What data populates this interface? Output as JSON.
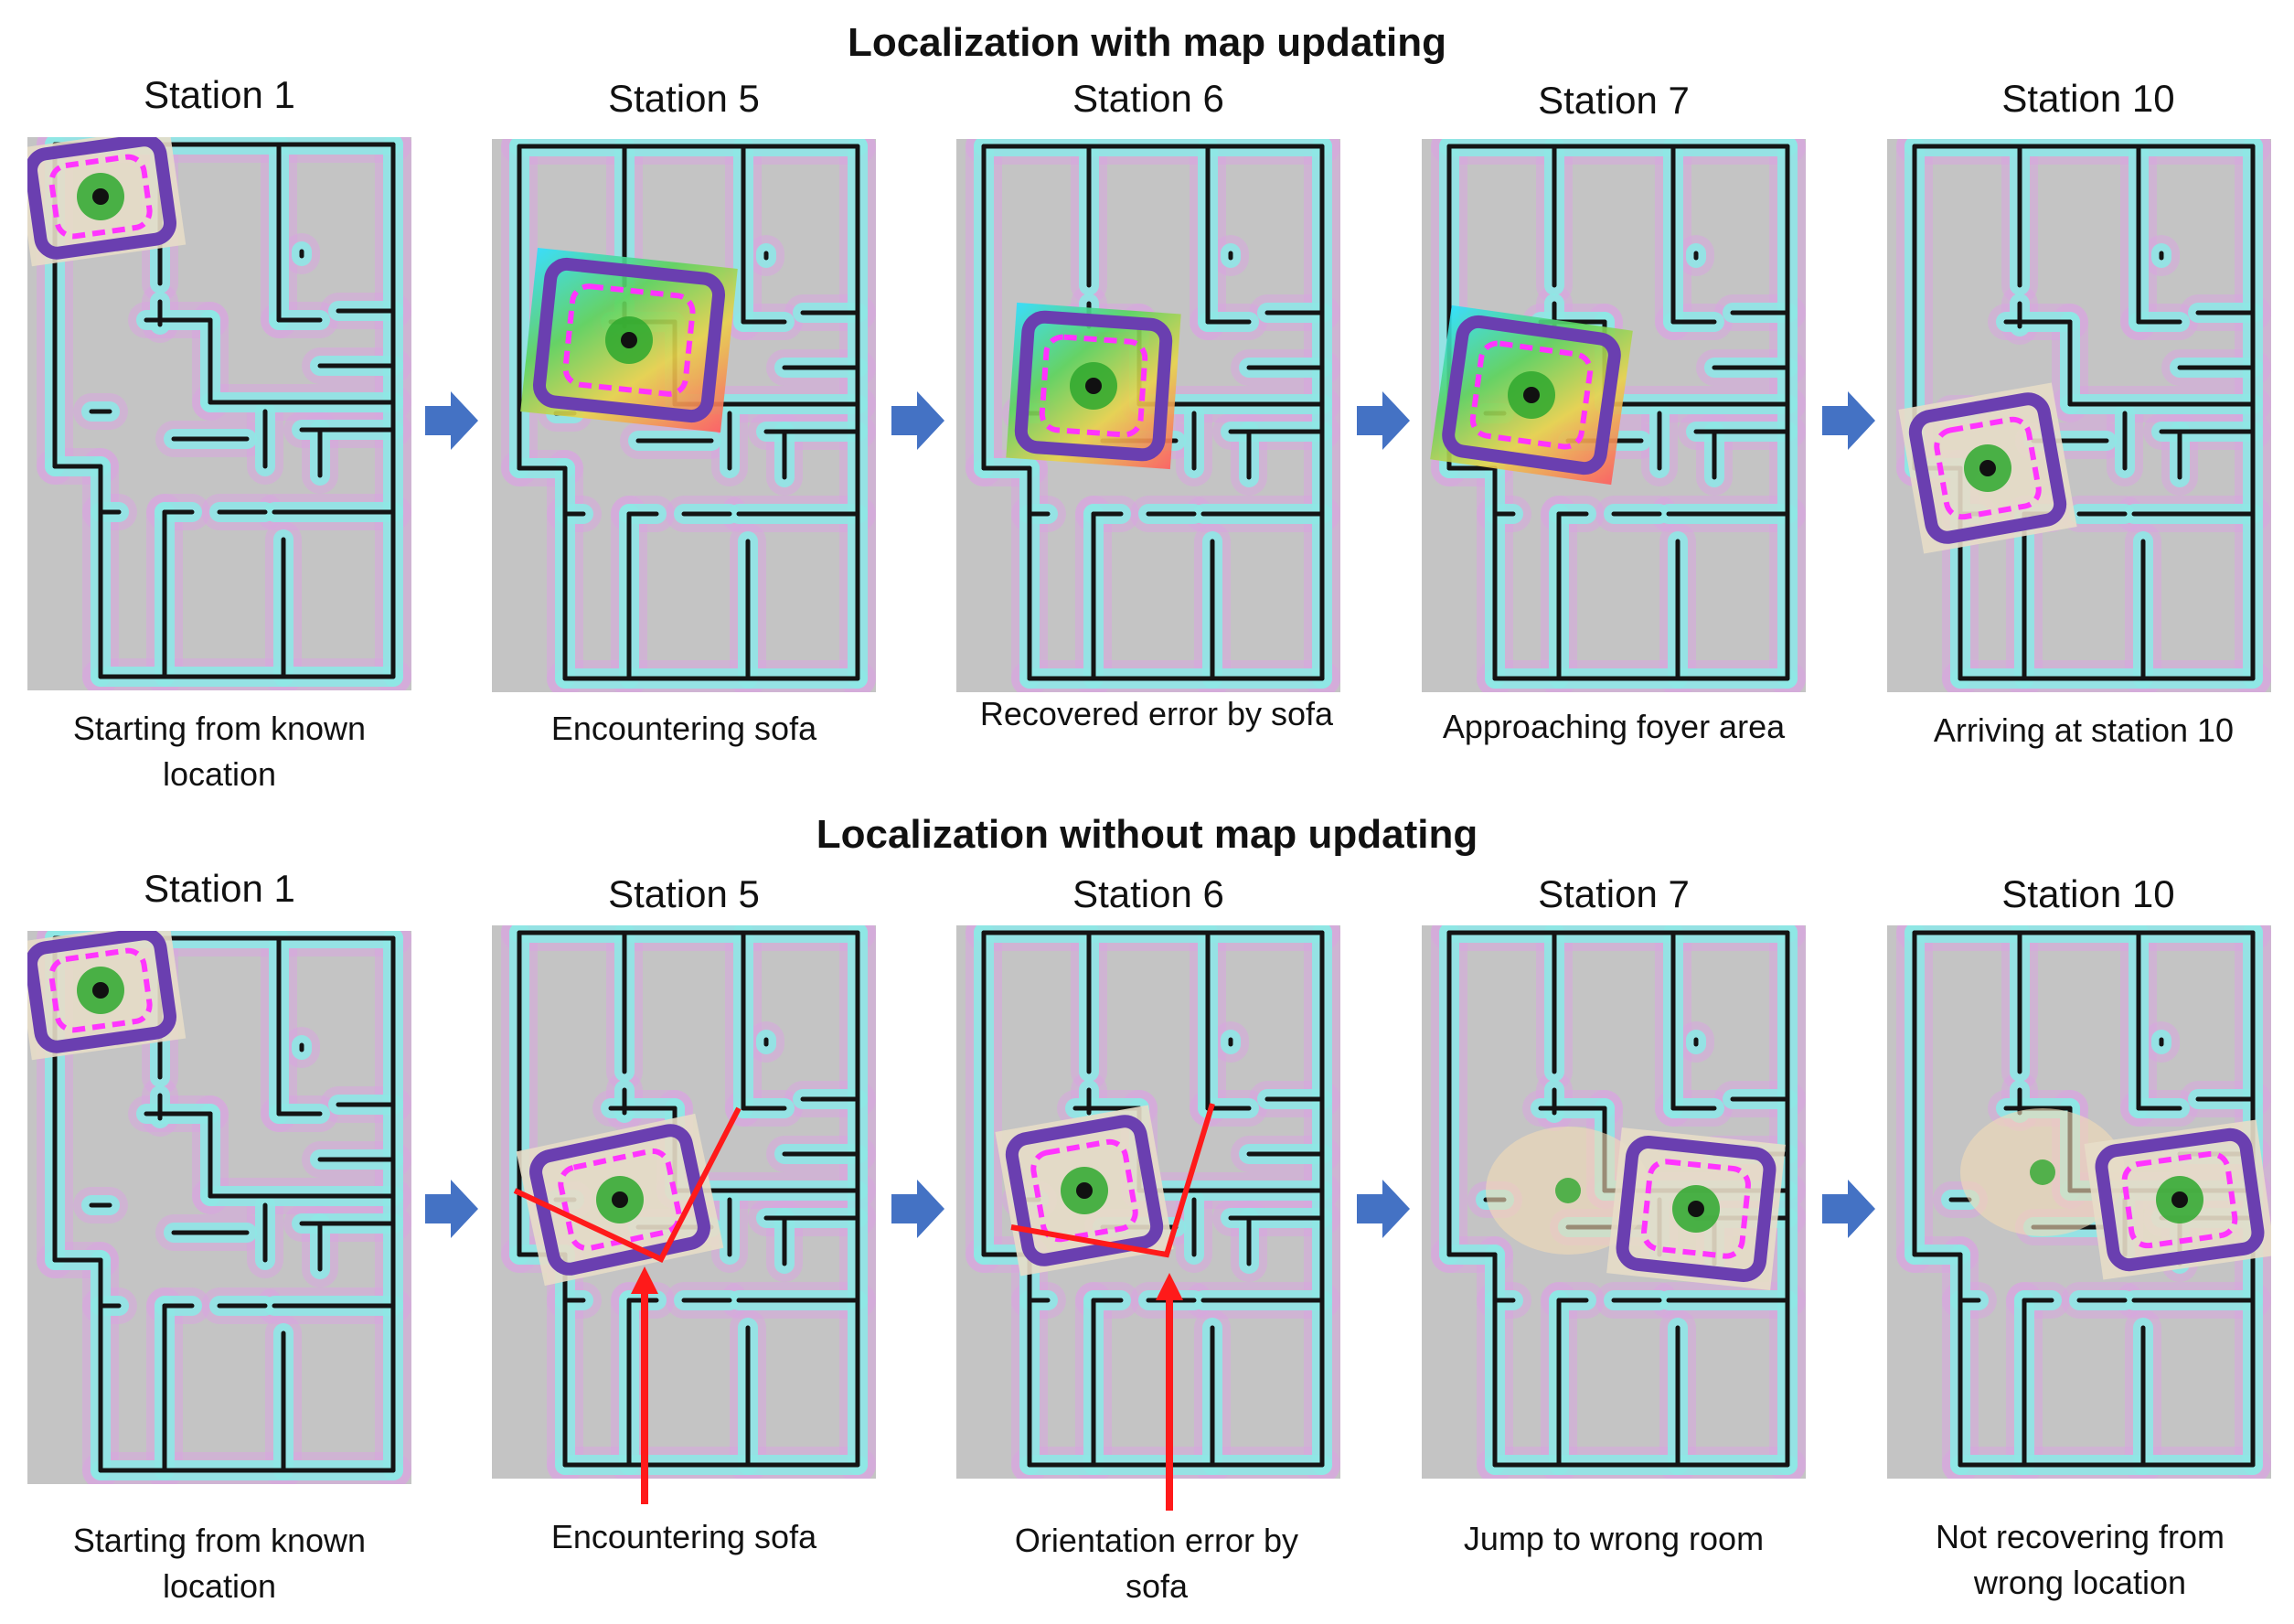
{
  "sections": [
    {
      "title": "Localization with map updating",
      "panels": [
        {
          "station": "Station 1",
          "caption": [
            "Starting from known",
            "location"
          ]
        },
        {
          "station": "Station 5",
          "caption": [
            "Encountering sofa"
          ]
        },
        {
          "station": "Station 6",
          "caption": [
            "Recovered error by sofa"
          ]
        },
        {
          "station": "Station 7",
          "caption": [
            "Approaching foyer area"
          ]
        },
        {
          "station": "Station 10",
          "caption": [
            "Arriving at station 10"
          ]
        }
      ]
    },
    {
      "title": "Localization without map updating",
      "panels": [
        {
          "station": "Station 1",
          "caption": [
            "Starting from known",
            "location"
          ]
        },
        {
          "station": "Station 5",
          "caption": [
            "Encountering sofa"
          ]
        },
        {
          "station": "Station 6",
          "caption": [
            "Orientation error by",
            "sofa"
          ]
        },
        {
          "station": "Station 7",
          "caption": [
            "Jump to wrong room"
          ]
        },
        {
          "station": "Station 10",
          "caption": [
            "Not recovering from",
            "wrong location"
          ]
        }
      ]
    }
  ],
  "colors": {
    "map_background": "#c4c4c4",
    "free_space": "#aeb8b8",
    "wall": "#141414",
    "inflation_cyan": "#8fe8e6",
    "inflation_magenta": "#d9a7e0",
    "costmap_purple": "#6a3fb0",
    "costmap_magenta": "#ff34ff",
    "particles_green": "#2ea82e",
    "arrow_blue": "#4472c4",
    "annotation_red": "#ff1a1a"
  }
}
